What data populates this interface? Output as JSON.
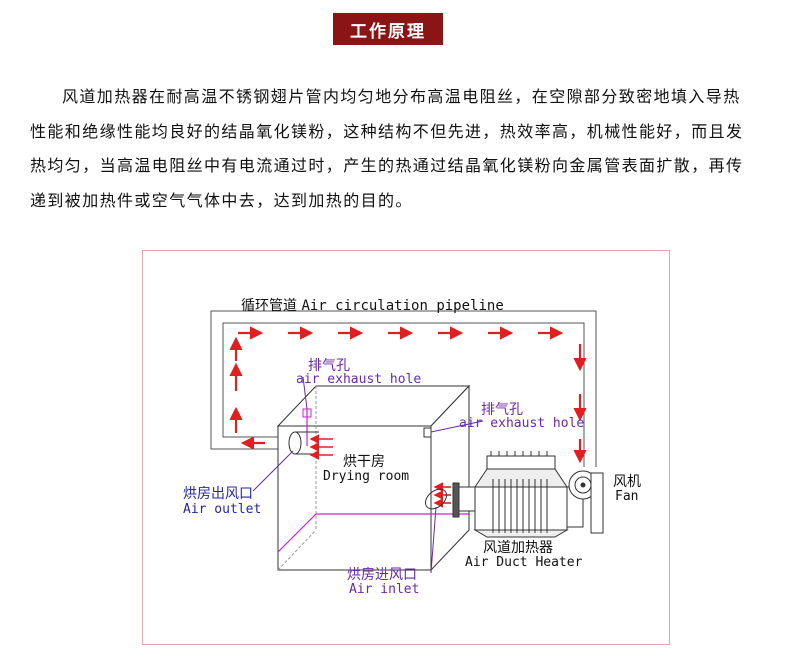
{
  "header": {
    "title": "工作原理"
  },
  "intro": {
    "paragraph": "风道加热器在耐高温不锈钢翅片管内均匀地分布高温电阻丝，在空隙部分致密地填入导热性能和绝缘性能均良好的结晶氧化镁粉，这种结构不但先进，热效率高，机械性能好，而且发热均匀，当高温电阻丝中有电流通过时，产生的热通过结晶氧化镁粉向金属管表面扩散，再传递到被加热件或空气气体中去，达到加热的目的。"
  },
  "diagram": {
    "pipeline_cn": "循环管道",
    "pipeline_en": "Air circulation pipeline",
    "exhaust1_cn": "排气孔",
    "exhaust1_en": "air exhaust hole",
    "exhaust2_cn": "排气孔",
    "exhaust2_en": "air exhaust hole",
    "room_cn": "烘干房",
    "room_en": "Drying room",
    "fan_cn": "风机",
    "fan_en": "Fan",
    "outlet_cn": "烘房出风口",
    "outlet_en": "Air outlet",
    "heater_cn": "风道加热器",
    "heater_en": "Air Duct Heater",
    "inlet_cn": "烘房进风口",
    "inlet_en": "Air inlet"
  },
  "colors": {
    "badge": "#8b1416",
    "arrow": "#e02020",
    "frame": "#e9a5a8",
    "label_blue": "#2626a8",
    "label_purple": "#6b2aa8",
    "magenta_line": "#d020d0"
  }
}
